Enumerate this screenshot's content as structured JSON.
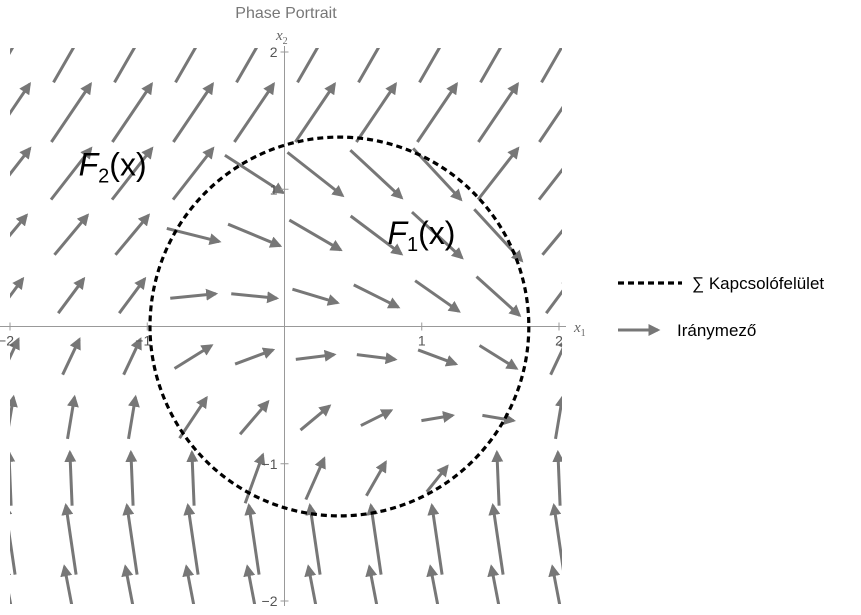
{
  "chart_data": {
    "type": "vector-field",
    "title": "Phase Portrait",
    "xlabel": "x",
    "xlabel_sub": "1",
    "ylabel": "x",
    "ylabel_sub": "2",
    "xlim": [
      -2,
      2
    ],
    "ylim": [
      -2,
      2
    ],
    "x_ticks": [
      -2,
      -1,
      1,
      2
    ],
    "y_ticks": [
      -2,
      -1,
      1,
      2
    ],
    "x_tick_labels": [
      "-2",
      "-1",
      "1",
      "2"
    ],
    "y_tick_labels": [
      "-2",
      "-1",
      "1",
      "2"
    ],
    "grid": false,
    "colors": {
      "arrows": "#777777",
      "boundary": "#000000",
      "axes": "#999999"
    },
    "switching_surface": {
      "shape": "circle",
      "center": [
        0.4,
        0.0
      ],
      "radius": 1.38,
      "style": "dashed"
    },
    "regions": [
      {
        "name": "F",
        "sub": "2",
        "suffix": "(x)",
        "at": [
          -1.5,
          1.1
        ]
      },
      {
        "name": "F",
        "sub": "1",
        "suffix": "(x)",
        "at": [
          0.75,
          0.6
        ]
      }
    ],
    "field_grid": {
      "x_from": -2,
      "x_to": 2,
      "y_from": -2,
      "y_to": 2,
      "count": 10
    },
    "legend": {
      "placement": "right",
      "entries": [
        {
          "label": "∑ Kapcsolófelület",
          "style": "dashed"
        },
        {
          "label": "Iránymező",
          "style": "arrow"
        }
      ]
    }
  }
}
